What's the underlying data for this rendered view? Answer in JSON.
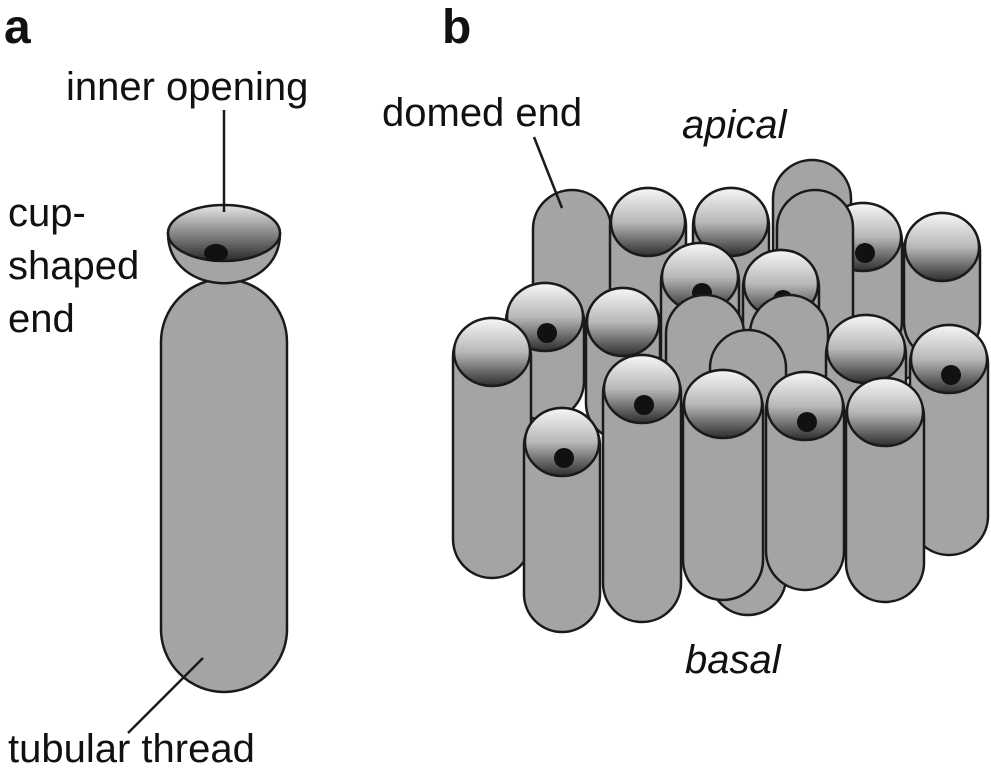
{
  "panel_a": {
    "letter": "a",
    "labels": {
      "inner_opening": "inner opening",
      "cup_line1": "cup-",
      "cup_line2": "shaped",
      "cup_line3": "end",
      "tubular_thread": "tubular thread"
    }
  },
  "panel_b": {
    "letter": "b",
    "labels": {
      "domed_end": "domed end",
      "apical": "apical",
      "basal": "basal"
    }
  },
  "colors": {
    "tube_fill": "#a4a4a4",
    "outline": "#1a1a1a",
    "cap_light": "#f4f4f4",
    "cap_dark": "#3a3a3a",
    "opening": "#111111"
  }
}
